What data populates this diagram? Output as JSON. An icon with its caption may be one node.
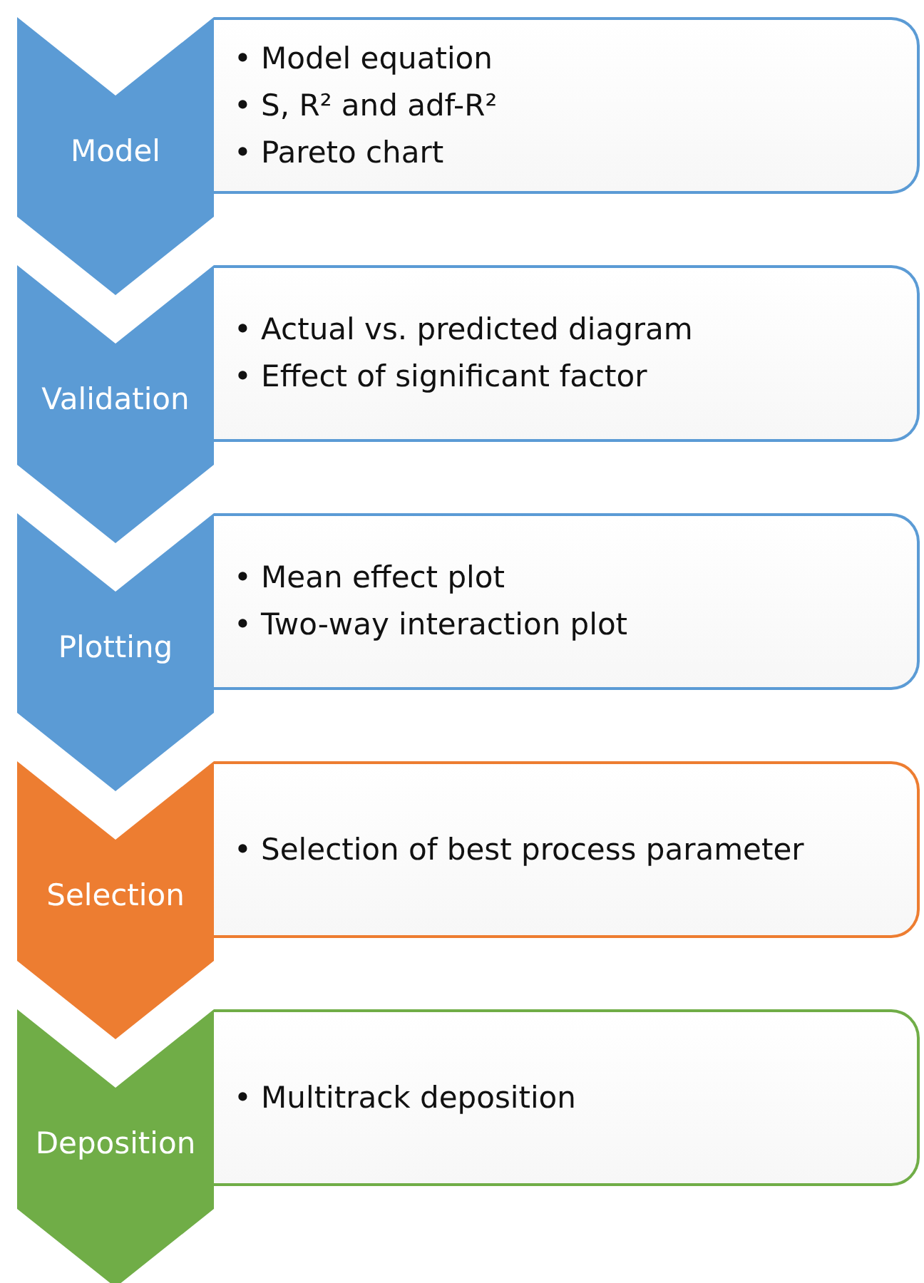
{
  "diagram": {
    "nodes": [
      {
        "text": [
          "Model"
        ]
      },
      {
        "text": [
          "• Model equation",
          "• S, R² and adf-R²",
          "• Pareto chart"
        ]
      },
      {
        "text": [
          "Validation"
        ]
      },
      {
        "text": [
          "• Actual vs. predicted diagram",
          "• Effect of significant factor"
        ]
      },
      {
        "text": [
          "Plotting"
        ]
      },
      {
        "text": [
          "• Mean effect plot",
          "• Two-way interaction plot"
        ]
      },
      {
        "text": [
          "Selection"
        ]
      },
      {
        "text": [
          "• Selection of best process parameter"
        ]
      },
      {
        "text": [
          "Deposition"
        ]
      },
      {
        "text": [
          "• Multitrack deposition"
        ]
      }
    ]
  }
}
